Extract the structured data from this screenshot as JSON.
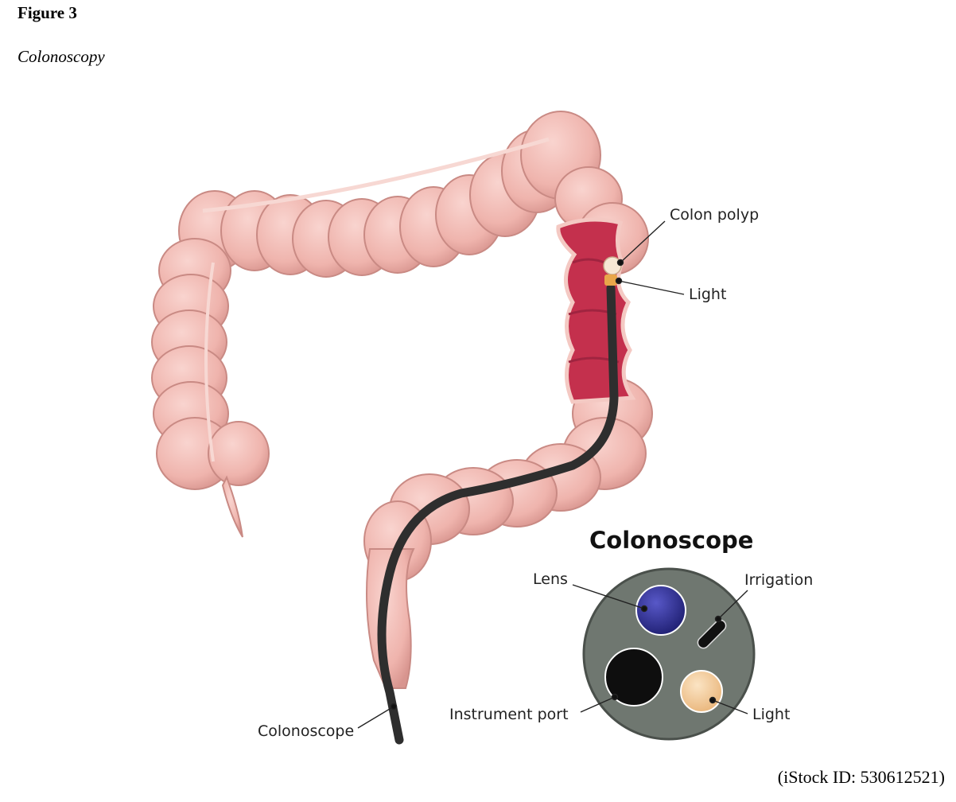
{
  "figure": {
    "label": "Figure 3",
    "caption": "Colonoscopy",
    "credit": "(iStock ID: 530612521)"
  },
  "labels": {
    "colon_polyp": "Colon polyp",
    "light_top": "Light",
    "colonoscope_tube": "Colonoscope"
  },
  "inset": {
    "title": "Colonoscope",
    "lens": "Lens",
    "irrigation": "Irrigation",
    "instrument_port": "Instrument port",
    "light": "Light"
  },
  "colors": {
    "colon": "#efb4ad",
    "colon_shadow": "#c98a84",
    "colon_interior": "#c4304d",
    "scope_tube": "#2e2e2e",
    "scope_face": "#6f7770",
    "lens": "#2c2c8a",
    "light": "#f3c98f"
  }
}
